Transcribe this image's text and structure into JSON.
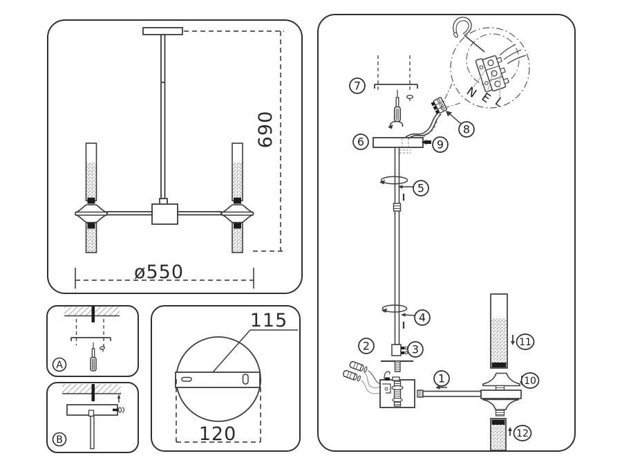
{
  "colors": {
    "line": "#3a3a3a",
    "line_light": "#999999",
    "dark_fill": "#1c1c1c",
    "background": "#ffffff"
  },
  "front_view": {
    "height_dim": "690",
    "diameter_dim": "ø550"
  },
  "ceiling_detail_a": {
    "label": "A"
  },
  "ceiling_detail_b": {
    "label": "B"
  },
  "bracket_plate_view": {
    "bracket_length_dim": "115",
    "plate_diameter_dim": "120"
  },
  "assembly_view": {
    "step_labels": [
      "1",
      "2",
      "3",
      "4",
      "5",
      "6",
      "7",
      "8",
      "9",
      "10",
      "11",
      "12"
    ],
    "terminal_wire_labels": [
      "N",
      "E",
      "L"
    ]
  }
}
